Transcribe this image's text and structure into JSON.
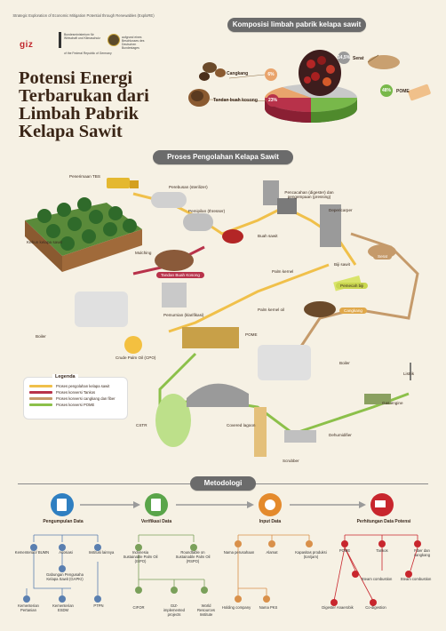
{
  "header": {
    "project_line": "Strategic Exploration of Economic Mitigation Potential through Renewables (ExploRE)",
    "giz_logo": "giz",
    "ministry_text": "Bundesministerium für Wirtschaft und Klimaschutz",
    "funding_text": "aufgrund eines Beschlusses des Deutschen Bundestages",
    "republic_text": "of the Federal Republic of Germany"
  },
  "title": {
    "line1": "Potensi Energi",
    "line2": "Terbarukan dari",
    "line3": "Limbah Pabrik",
    "line4": "Kelapa Sawit"
  },
  "composition": {
    "banner": "Komposisi limbah pabrik kelapa sawit",
    "items": [
      {
        "label": "Cangkang",
        "pct": "6%",
        "color": "#e9a46c"
      },
      {
        "label": "Tandan buah kosong",
        "pct": "23%",
        "color": "#b8324a"
      },
      {
        "label": "Serat",
        "pct": "14,5%",
        "color": "#b0b0b0"
      },
      {
        "label": "POME",
        "pct": "48%",
        "color": "#78b84a"
      }
    ]
  },
  "process": {
    "banner": "Proses Pengolahan Kelapa Sawit",
    "labels": {
      "tbs": "Penerimaan TBS",
      "kebun": "Kebun kelapa sawit",
      "sterilizer": "Perebusan (sterilizer)",
      "thresser": "Pemipilan (thresser)",
      "digester": "Pencacahan (digester) dan pengempaan (pressing)",
      "depericarper": "Depericarper",
      "buah": "Buah sawit",
      "mulching": "Mulching",
      "tankos": "Tandan Buah Kosong",
      "serat": "Serat",
      "palm_kernel": "Palm kernel",
      "biji": "Biji sawit",
      "pemecah": "Pemecah biji",
      "pemurnian": "Pemurnian (klarifikasi)",
      "palm_kernel_oil": "Palm kernel oil",
      "cangkang": "Cangkang",
      "boiler1": "Boiler",
      "pome": "POME",
      "cpo": "Crude Palm Oil (CPO)",
      "boiler2": "Boiler",
      "listrik": "Listrik",
      "gas_engine": "Gas engine",
      "cstr": "CSTR",
      "lagoon": "Covered lagoon",
      "dehumidifier": "Dehumidifier",
      "scrubber": "Scrubber"
    },
    "legend": {
      "title": "Legenda",
      "rows": [
        {
          "label": "Proses pengolahan kelapa sawit",
          "color": "#f0c04a"
        },
        {
          "label": "Proses konversi Tankos",
          "color": "#b8324a"
        },
        {
          "label": "Proses konversi cangkang dan fiber",
          "color": "#c59a6a"
        },
        {
          "label": "Proses konversi POME",
          "color": "#8cc04a"
        }
      ]
    }
  },
  "method": {
    "banner": "Metodologi",
    "steps": [
      {
        "label": "Pengumpulan Data",
        "icon": "document-icon",
        "color": "#2f7fc1"
      },
      {
        "label": "Verifikasi Data",
        "icon": "checklist-icon",
        "color": "#5aa54a"
      },
      {
        "label": "Input Data",
        "icon": "gear-icon",
        "color": "#e48a2c"
      },
      {
        "label": "Perhitungan Data Potensi",
        "icon": "truck-icon",
        "color": "#c8262d"
      }
    ],
    "nodes": {
      "kementerian_bumn": "Kementerian/ BUMN",
      "asosiasi": "Asosiasi",
      "institusi": "Institusi lainnya",
      "gapki": "Gabungan Pengusaha Kelapa Sawit (GAPKI)",
      "pertanian": "Kementerian Pertanian",
      "esdm": "Kementerian ESDM",
      "ptpn": "PTPN",
      "dpo": "Indonesia Sustainable Palm Oil (ISPO)",
      "rspo": "Roundtable on Sustainable Palm Oil (RSPO)",
      "cifor": "CIFOR",
      "giz_impl": "GIZ-implemented projects",
      "wri": "World Resources Institute",
      "nama_perusahaan": "Nama perusahaan",
      "alamat": "Alamat",
      "kapasitas": "Kapasitas produksi (ton/jam)",
      "holding": "Holding company",
      "nama_pks": "Nama PKS",
      "pome": "POME",
      "tankos": "Tankos",
      "fiber": "Fiber dan cangkang",
      "steam1": "Steam combustion",
      "steam2": "Steam combustion",
      "digester": "Digester Anaerobik",
      "codigestion": "Co-digestion"
    }
  }
}
